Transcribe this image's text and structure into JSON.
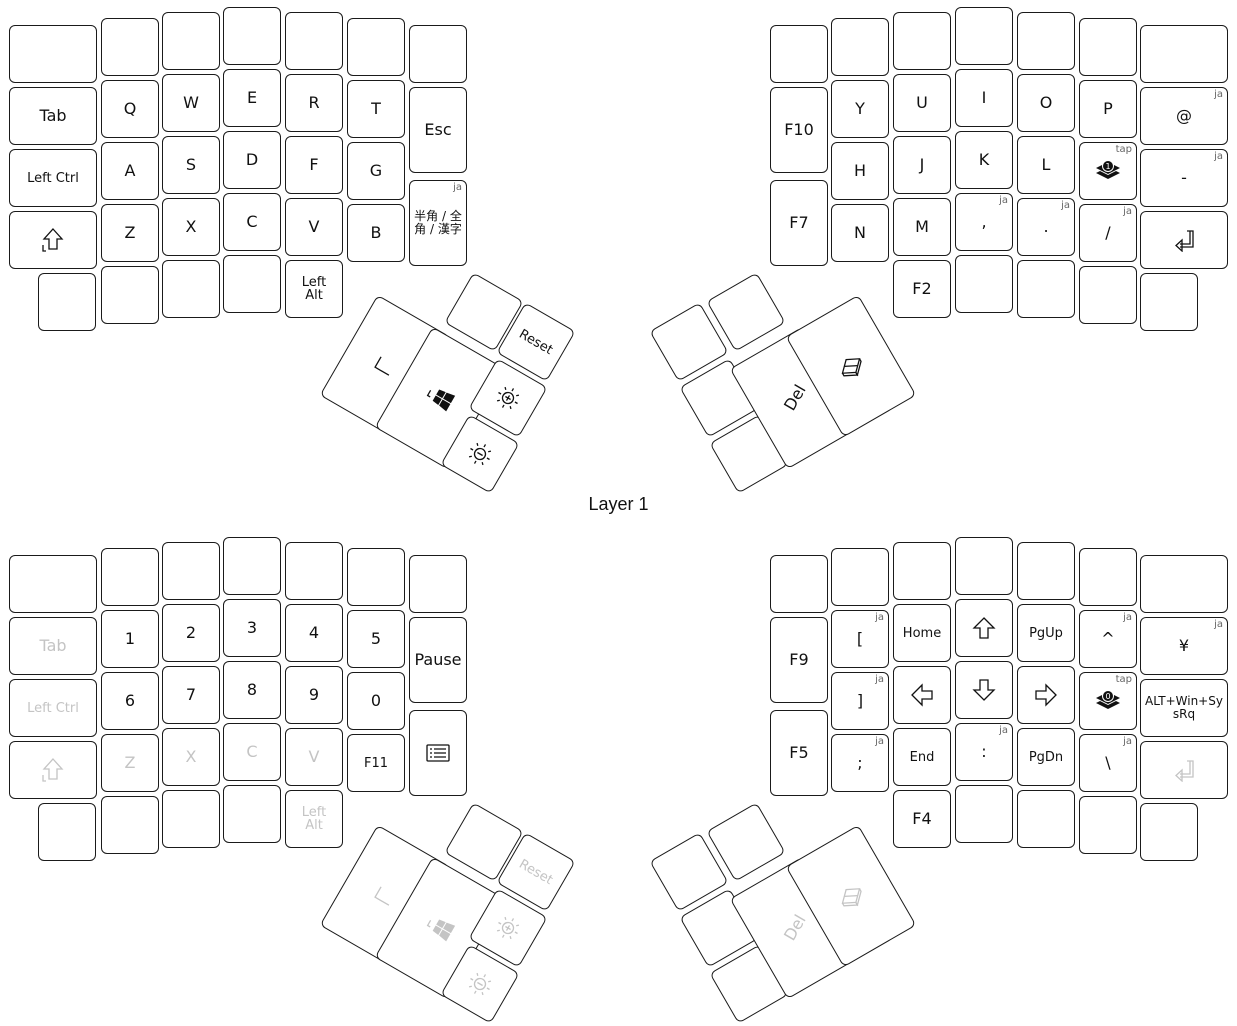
{
  "layer_label": "Layer 1",
  "badges": {
    "ja": "ja",
    "tap": "tap"
  },
  "layer_indicator": {
    "top": "1",
    "bottom": "0"
  },
  "top": {
    "left": {
      "row1": [
        "",
        "",
        "",
        "",
        "",
        "",
        ""
      ],
      "row2": [
        "Tab",
        "Q",
        "W",
        "E",
        "R",
        "T",
        "Esc"
      ],
      "row3": [
        "Left Ctrl",
        "A",
        "S",
        "D",
        "F",
        "G"
      ],
      "row4": [
        "",
        "Z",
        "X",
        "C",
        "V",
        "B",
        "半角 / 全\n角 / 漢字"
      ],
      "row5": [
        "",
        "",
        "",
        "",
        "Left\nAlt"
      ]
    },
    "left_thumb": {
      "reset": "Reset"
    },
    "right": {
      "row1": [
        "",
        "",
        "",
        "",
        "",
        "",
        ""
      ],
      "row2": [
        "F10",
        "Y",
        "U",
        "I",
        "O",
        "P",
        "@"
      ],
      "row3": [
        "H",
        "J",
        "K",
        "L",
        "",
        "-"
      ],
      "row4": [
        "F7",
        "N",
        "M",
        ",",
        ".",
        "/",
        ""
      ],
      "row5": [
        "F2",
        "",
        "",
        "",
        ""
      ]
    },
    "right_thumb": {
      "del": "Del"
    }
  },
  "bottom": {
    "left": {
      "row1": [
        "",
        "",
        "",
        "",
        "",
        "",
        ""
      ],
      "row2": [
        "Tab",
        "1",
        "2",
        "3",
        "4",
        "5",
        "Pause"
      ],
      "row3": [
        "Left Ctrl",
        "6",
        "7",
        "8",
        "9",
        "0"
      ],
      "row4": [
        "",
        "Z",
        "X",
        "C",
        "V",
        "F11",
        ""
      ],
      "row5": [
        "",
        "",
        "",
        "",
        "Left\nAlt"
      ]
    },
    "left_thumb": {
      "reset": "Reset"
    },
    "right": {
      "row1": [
        "",
        "",
        "",
        "",
        "",
        "",
        ""
      ],
      "row2": [
        "F9",
        "[",
        "Home",
        "",
        "PgUp",
        "^",
        "¥"
      ],
      "row3": [
        "]",
        "",
        "",
        "",
        "",
        "ALT+Win+Sy\nsRq"
      ],
      "row4": [
        "F5",
        ";",
        "End",
        ":",
        "PgDn",
        "\\",
        ""
      ],
      "row5": [
        "F4",
        "",
        "",
        "",
        ""
      ]
    },
    "right_thumb": {
      "del": "Del"
    }
  }
}
